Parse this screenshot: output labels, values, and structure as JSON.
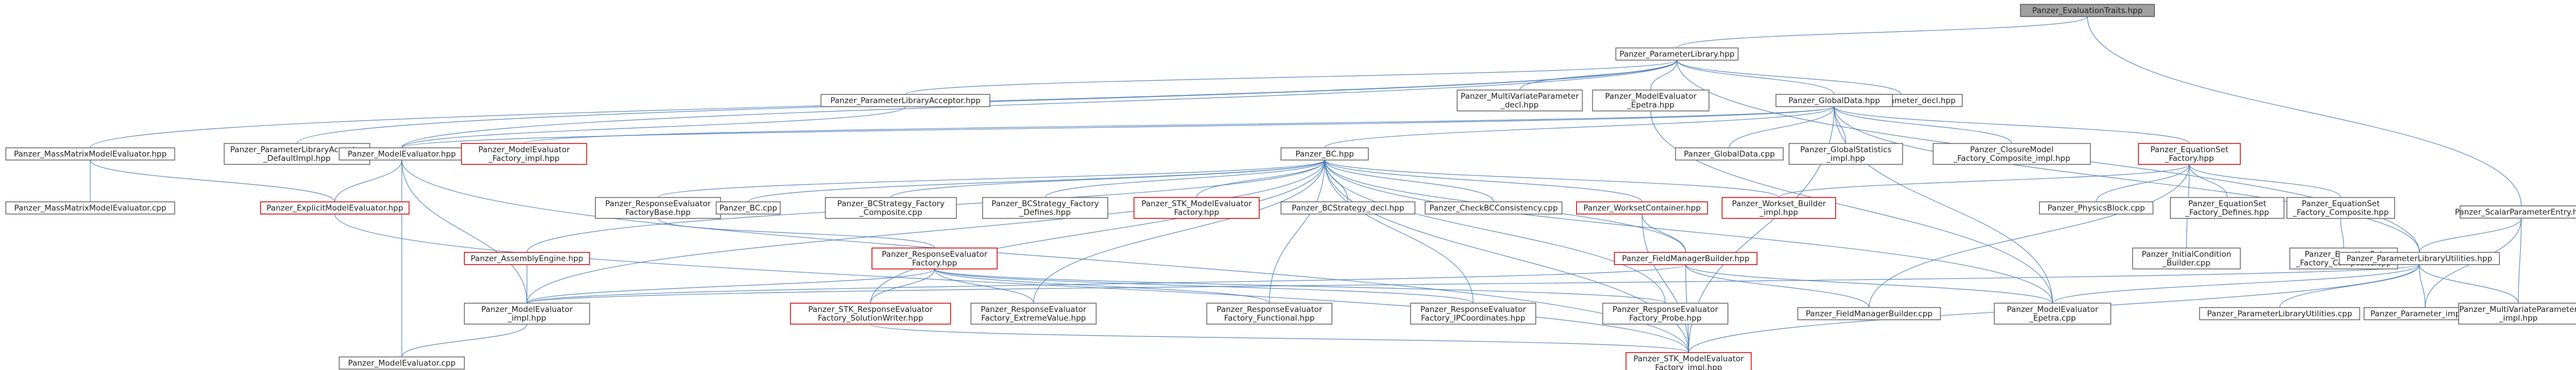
{
  "graph": {
    "title": "",
    "colors": {
      "edge": "#4a7db8",
      "border": "#666666",
      "error_border": "#cc0000",
      "focus_fill": "#a0a0a0"
    },
    "nodes": [
      {
        "id": "evaltraits",
        "lines": [
          "Panzer_EvaluationTraits.hpp"
        ],
        "style": "grey"
      },
      {
        "id": "paramlib",
        "lines": [
          "Panzer_ParameterLibrary.hpp"
        ]
      },
      {
        "id": "scalarparam",
        "lines": [
          "Panzer_ScalarParameterEntry.hpp"
        ]
      },
      {
        "id": "mmme",
        "lines": [
          "Panzer_MassMatrixModelEvaluator.hpp"
        ]
      },
      {
        "id": "plaacc_def",
        "lines": [
          "Panzer_ParameterLibraryAcceptor",
          "_DefaultImpl.hpp"
        ]
      },
      {
        "id": "plaacc",
        "lines": [
          "Panzer_ParameterLibraryAcceptor.hpp"
        ]
      },
      {
        "id": "mvparam_decl",
        "lines": [
          "Panzer_MultiVariateParameter",
          "_decl.hpp"
        ]
      },
      {
        "id": "mee_epetra",
        "lines": [
          "Panzer_ModelEvaluator",
          "_Epetra.hpp"
        ]
      },
      {
        "id": "param_decl",
        "lines": [
          "Panzer_Parameter_decl.hpp"
        ]
      },
      {
        "id": "globaldata",
        "lines": [
          "Panzer_GlobalData.hpp"
        ]
      },
      {
        "id": "meh",
        "lines": [
          "Panzer_ModelEvaluator.hpp"
        ]
      },
      {
        "id": "me_fact_impl",
        "lines": [
          "Panzer_ModelEvaluator",
          "_Factory_impl.hpp"
        ],
        "style": "red"
      },
      {
        "id": "mmme_cpp",
        "lines": [
          "Panzer_MassMatrixModelEvaluator.cpp"
        ]
      },
      {
        "id": "explicitme",
        "lines": [
          "Panzer_ExplicitModelEvaluator.hpp"
        ],
        "style": "red"
      },
      {
        "id": "bc",
        "lines": [
          "Panzer_BC.hpp"
        ]
      },
      {
        "id": "globaldata_cpp",
        "lines": [
          "Panzer_GlobalData.cpp"
        ]
      },
      {
        "id": "globalstats",
        "lines": [
          "Panzer_GlobalStatistics",
          "_impl.hpp"
        ]
      },
      {
        "id": "closuremodel",
        "lines": [
          "Panzer_ClosureModel",
          "_Factory_Composite_impl.hpp"
        ]
      },
      {
        "id": "eqset_factory",
        "lines": [
          "Panzer_EquationSet",
          "_Factory.hpp"
        ],
        "style": "red"
      },
      {
        "id": "resp_evalbase",
        "lines": [
          "Panzer_ResponseEvaluator",
          "FactoryBase.hpp"
        ]
      },
      {
        "id": "bc_cpp",
        "lines": [
          "Panzer_BC.cpp"
        ]
      },
      {
        "id": "bcstrat_comp",
        "lines": [
          "Panzer_BCStrategy_Factory",
          "_Composite.cpp"
        ]
      },
      {
        "id": "bcstrat_def",
        "lines": [
          "Panzer_BCStrategy_Factory",
          "_Defines.hpp"
        ]
      },
      {
        "id": "stk_me_factory",
        "lines": [
          "Panzer_STK_ModelEvaluator",
          "Factory.hpp"
        ],
        "style": "red"
      },
      {
        "id": "bcstrat_decl",
        "lines": [
          "Panzer_BCStrategy_decl.hpp"
        ]
      },
      {
        "id": "checkbc",
        "lines": [
          "Panzer_CheckBCConsistency.cpp"
        ]
      },
      {
        "id": "workset_container",
        "lines": [
          "Panzer_WorksetContainer.hpp"
        ],
        "style": "red"
      },
      {
        "id": "workset_builder",
        "lines": [
          "Panzer_Workset_Builder",
          "_impl.hpp"
        ],
        "style": "red"
      },
      {
        "id": "physicsblock",
        "lines": [
          "Panzer_PhysicsBlock.cpp"
        ]
      },
      {
        "id": "eqset_defines",
        "lines": [
          "Panzer_EquationSet",
          "_Factory_Defines.hpp"
        ]
      },
      {
        "id": "eqset_comp",
        "lines": [
          "Panzer_EquationSet",
          "_Factory_Composite.hpp"
        ]
      },
      {
        "id": "assembly",
        "lines": [
          "Panzer_AssemblyEngine.hpp"
        ],
        "style": "red"
      },
      {
        "id": "resp_factory",
        "lines": [
          "Panzer_ResponseEvaluator",
          "Factory.hpp"
        ],
        "style": "red"
      },
      {
        "id": "fmb",
        "lines": [
          "Panzer_FieldManagerBuilder.hpp"
        ],
        "style": "red"
      },
      {
        "id": "initcond",
        "lines": [
          "Panzer_InitialCondition",
          "_Builder.cpp"
        ]
      },
      {
        "id": "eqset_comp_cpp",
        "lines": [
          "Panzer_EquationSet",
          "_Factory_Composite.cpp"
        ]
      },
      {
        "id": "plu",
        "lines": [
          "Panzer_ParameterLibraryUtilities.hpp"
        ]
      },
      {
        "id": "me_impl",
        "lines": [
          "Panzer_ModelEvaluator",
          "_impl.hpp"
        ]
      },
      {
        "id": "stk_resp_sw",
        "lines": [
          "Panzer_STK_ResponseEvaluator",
          "Factory_SolutionWriter.hpp"
        ],
        "style": "red"
      },
      {
        "id": "resp_extreme",
        "lines": [
          "Panzer_ResponseEvaluator",
          "Factory_ExtremeValue.hpp"
        ]
      },
      {
        "id": "resp_functional",
        "lines": [
          "Panzer_ResponseEvaluator",
          "Factory_Functional.hpp"
        ]
      },
      {
        "id": "resp_ipcoords",
        "lines": [
          "Panzer_ResponseEvaluator",
          "Factory_IPCoordinates.hpp"
        ]
      },
      {
        "id": "resp_probe",
        "lines": [
          "Panzer_ResponseEvaluator",
          "Factory_Probe.hpp"
        ]
      },
      {
        "id": "fmb_cpp",
        "lines": [
          "Panzer_FieldManagerBuilder.cpp"
        ]
      },
      {
        "id": "me_epetra_cpp",
        "lines": [
          "Panzer_ModelEvaluator",
          "_Epetra.cpp"
        ]
      },
      {
        "id": "plu_cpp",
        "lines": [
          "Panzer_ParameterLibraryUtilities.cpp"
        ]
      },
      {
        "id": "param_impl",
        "lines": [
          "Panzer_Parameter_impl.hpp"
        ]
      },
      {
        "id": "mvparam_impl",
        "lines": [
          "Panzer_MultiVariateParameter",
          "_impl.hpp"
        ]
      },
      {
        "id": "me_cpp",
        "lines": [
          "Panzer_ModelEvaluator.cpp"
        ]
      },
      {
        "id": "stk_me_fact_impl",
        "lines": [
          "Panzer_STK_ModelEvaluator",
          "Factory_impl.hpp"
        ],
        "style": "red"
      }
    ],
    "edges": [
      [
        "evaltraits",
        "paramlib"
      ],
      [
        "evaltraits",
        "scalarparam"
      ],
      [
        "paramlib",
        "mmme"
      ],
      [
        "paramlib",
        "plaacc_def"
      ],
      [
        "paramlib",
        "plaacc"
      ],
      [
        "paramlib",
        "mvparam_decl"
      ],
      [
        "paramlib",
        "mee_epetra"
      ],
      [
        "paramlib",
        "param_decl"
      ],
      [
        "paramlib",
        "globaldata"
      ],
      [
        "paramlib",
        "meh"
      ],
      [
        "paramlib",
        "plu"
      ],
      [
        "scalarparam",
        "plu"
      ],
      [
        "scalarparam",
        "param_impl"
      ],
      [
        "scalarparam",
        "mvparam_impl"
      ],
      [
        "mmme",
        "mmme_cpp"
      ],
      [
        "mmme",
        "explicitme"
      ],
      [
        "plaacc",
        "meh"
      ],
      [
        "mee_epetra",
        "me_epetra_cpp"
      ],
      [
        "globaldata",
        "globaldata_cpp"
      ],
      [
        "globaldata",
        "globalstats"
      ],
      [
        "globaldata",
        "closuremodel"
      ],
      [
        "globaldata",
        "eqset_factory"
      ],
      [
        "globaldata",
        "bc"
      ],
      [
        "globaldata",
        "meh"
      ],
      [
        "globaldata",
        "me_fact_impl"
      ],
      [
        "globaldata",
        "plu"
      ],
      [
        "globaldata",
        "stk_me_fact_impl"
      ],
      [
        "globaldata",
        "me_epetra_cpp"
      ],
      [
        "meh",
        "explicitme"
      ],
      [
        "meh",
        "me_impl"
      ],
      [
        "meh",
        "me_cpp"
      ],
      [
        "meh",
        "stk_me_fact_impl"
      ],
      [
        "explicitme",
        "stk_me_fact_impl"
      ],
      [
        "bc",
        "resp_evalbase"
      ],
      [
        "bc",
        "bc_cpp"
      ],
      [
        "bc",
        "bcstrat_comp"
      ],
      [
        "bc",
        "bcstrat_def"
      ],
      [
        "bc",
        "stk_me_factory"
      ],
      [
        "bc",
        "bcstrat_decl"
      ],
      [
        "bc",
        "checkbc"
      ],
      [
        "bc",
        "workset_container"
      ],
      [
        "bc",
        "workset_builder"
      ],
      [
        "bc",
        "assembly"
      ],
      [
        "bc",
        "fmb"
      ],
      [
        "bc",
        "me_impl"
      ],
      [
        "bc",
        "stk_resp_sw"
      ],
      [
        "bc",
        "resp_functional"
      ],
      [
        "bc",
        "resp_ipcoords"
      ],
      [
        "bc",
        "resp_probe"
      ],
      [
        "bc",
        "me_epetra_cpp"
      ],
      [
        "bc",
        "stk_me_fact_impl"
      ],
      [
        "bc",
        "resp_extreme"
      ],
      [
        "eqset_factory",
        "physicsblock"
      ],
      [
        "eqset_factory",
        "eqset_defines"
      ],
      [
        "eqset_factory",
        "eqset_comp"
      ],
      [
        "eqset_factory",
        "initcond"
      ],
      [
        "eqset_factory",
        "fmb_cpp"
      ],
      [
        "eqset_factory",
        "workset_builder"
      ],
      [
        "eqset_comp",
        "eqset_comp_cpp"
      ],
      [
        "resp_evalbase",
        "resp_factory"
      ],
      [
        "resp_factory",
        "stk_resp_sw"
      ],
      [
        "resp_factory",
        "resp_extreme"
      ],
      [
        "resp_factory",
        "resp_functional"
      ],
      [
        "resp_factory",
        "resp_ipcoords"
      ],
      [
        "resp_factory",
        "resp_probe"
      ],
      [
        "resp_factory",
        "me_impl"
      ],
      [
        "workset_container",
        "fmb"
      ],
      [
        "workset_container",
        "stk_me_fact_impl"
      ],
      [
        "fmb",
        "fmb_cpp"
      ],
      [
        "fmb",
        "me_epetra_cpp"
      ],
      [
        "fmb",
        "me_impl"
      ],
      [
        "fmb",
        "stk_me_fact_impl"
      ],
      [
        "assembly",
        "me_impl"
      ],
      [
        "me_impl",
        "me_cpp"
      ],
      [
        "plu",
        "plu_cpp"
      ],
      [
        "plu",
        "param_impl"
      ],
      [
        "plu",
        "mvparam_impl"
      ],
      [
        "plu",
        "me_epetra_cpp"
      ],
      [
        "plu",
        "stk_me_fact_impl"
      ],
      [
        "plu",
        "me_impl"
      ],
      [
        "stk_resp_sw",
        "stk_me_fact_impl"
      ]
    ]
  }
}
